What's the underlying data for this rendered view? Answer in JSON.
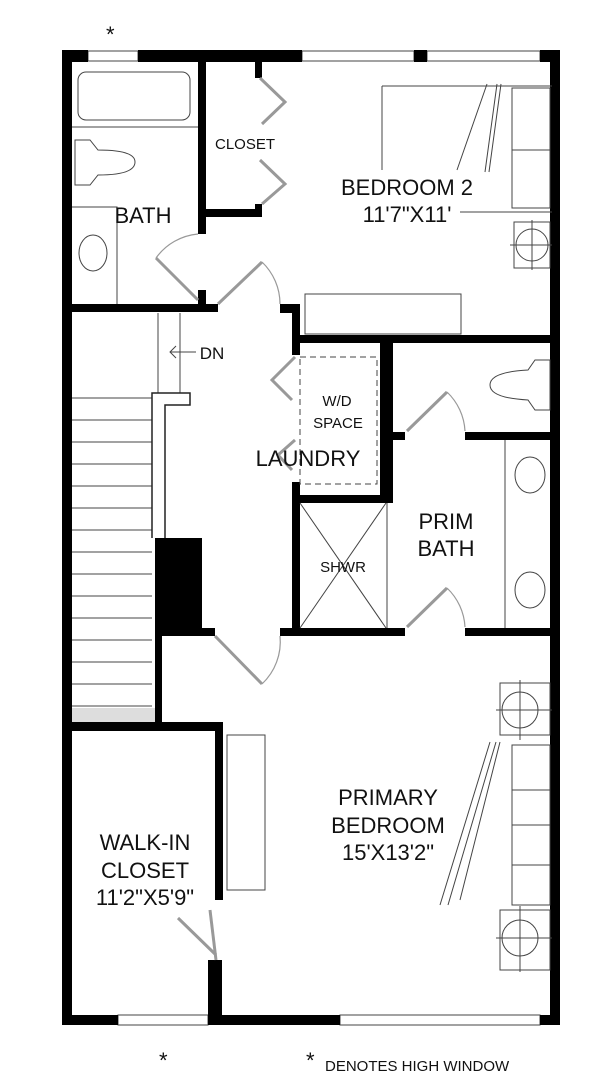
{
  "rooms": {
    "bath": {
      "name": "BATH"
    },
    "closet": {
      "name": "CLOSET"
    },
    "bedroom2": {
      "name": "BEDROOM 2",
      "size": "11'7\"X11'"
    },
    "stairs": {
      "label": "DN"
    },
    "wd_space": {
      "line1": "W/D",
      "line2": "SPACE"
    },
    "laundry": {
      "name": "LAUNDRY"
    },
    "prim_bath": {
      "line1": "PRIM",
      "line2": "BATH"
    },
    "shower": {
      "name": "SHWR"
    },
    "primary_bedroom": {
      "line1": "PRIMARY",
      "line2": "BEDROOM",
      "size": "15'X13'2\""
    },
    "walk_in_closet": {
      "line1": "WALK-IN",
      "line2": "CLOSET",
      "size": "11'2\"X5'9\""
    }
  },
  "legend": {
    "asterisk": "*",
    "text": "DENOTES HIGH WINDOW"
  },
  "colors": {
    "wall": "#000000",
    "fixture": "#444444",
    "door": "#999999",
    "landing": "#dddddd"
  }
}
